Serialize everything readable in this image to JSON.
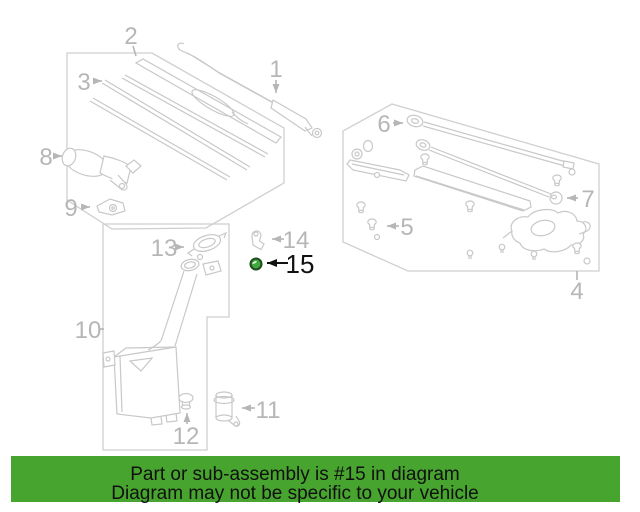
{
  "diagram": {
    "title_hint": "wiper and washer parts exploded diagram",
    "highlighted_part_number": "15",
    "callouts": [
      {
        "number": "1"
      },
      {
        "number": "2"
      },
      {
        "number": "3"
      },
      {
        "number": "4"
      },
      {
        "number": "5"
      },
      {
        "number": "6"
      },
      {
        "number": "7"
      },
      {
        "number": "8"
      },
      {
        "number": "9"
      },
      {
        "number": "10"
      },
      {
        "number": "11"
      },
      {
        "number": "12"
      },
      {
        "number": "13"
      },
      {
        "number": "14"
      },
      {
        "number": "15"
      }
    ],
    "colors": {
      "part_line": "#c8c8c8",
      "box_line": "#cfcfcf",
      "label_gray": "#b6b6b6",
      "highlight_green": "#44a63e",
      "highlight_outline": "#1d4d1d",
      "callout15_black": "#111111"
    }
  },
  "banner": {
    "line1": "Part or sub-assembly is #15 in diagram",
    "line2": "Diagram may not be specific to your vehicle",
    "bg_color": "#47a42e",
    "text_color": "#101010"
  }
}
